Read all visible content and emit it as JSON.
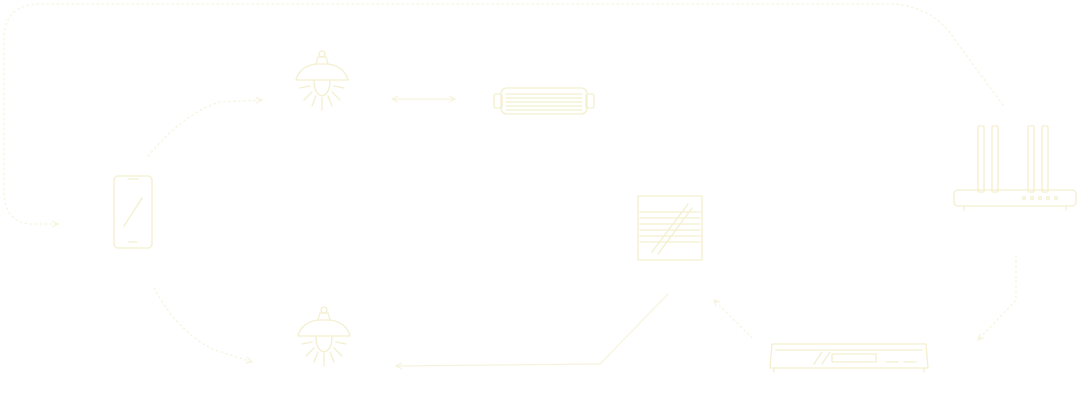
{
  "colors": {
    "line": "#f3efcf",
    "line_light": "#f6f3dc",
    "background": "#ffffff"
  },
  "nodes": [
    {
      "id": "phone",
      "icon": "smartphone-icon"
    },
    {
      "id": "bulb-top",
      "icon": "light-bulb-icon"
    },
    {
      "id": "projector",
      "icon": "projector-icon"
    },
    {
      "id": "router",
      "icon": "wifi-router-icon"
    },
    {
      "id": "panel",
      "icon": "smart-switch-panel-icon"
    },
    {
      "id": "bulb-bottom",
      "icon": "light-bulb-icon"
    },
    {
      "id": "settop-box",
      "icon": "set-top-box-icon"
    }
  ],
  "connections": [
    {
      "from": "router",
      "to": "phone",
      "style": "dotted",
      "arrow": "end"
    },
    {
      "from": "phone",
      "to": "bulb-top",
      "style": "dotted",
      "arrow": "end"
    },
    {
      "from": "bulb-top",
      "to": "projector",
      "style": "solid",
      "arrow": "both"
    },
    {
      "from": "phone",
      "to": "bulb-bottom",
      "style": "dotted",
      "arrow": "end"
    },
    {
      "from": "panel",
      "to": "bulb-bottom",
      "style": "solid",
      "arrow": "end"
    },
    {
      "from": "panel",
      "to": "settop-box",
      "style": "dotted",
      "arrow": "start"
    },
    {
      "from": "router",
      "to": "settop-box",
      "style": "dotted",
      "arrow": "end"
    }
  ]
}
